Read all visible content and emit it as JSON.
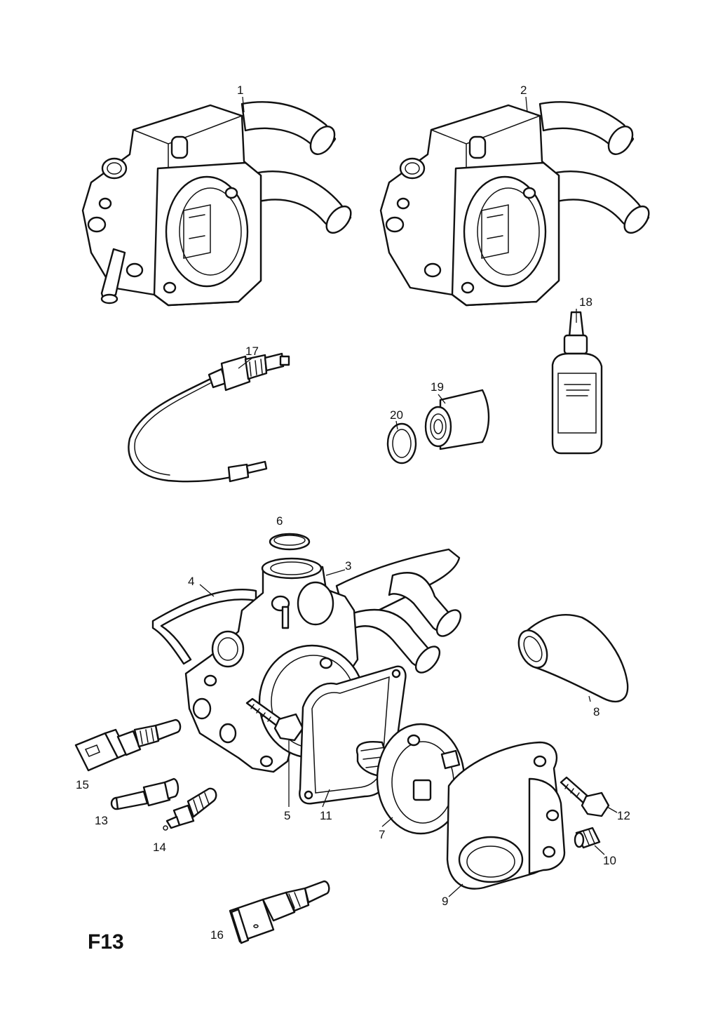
{
  "diagram": {
    "code": "F13",
    "callouts": [
      "1",
      "2",
      "3",
      "4",
      "5",
      "6",
      "7",
      "8",
      "9",
      "10",
      "11",
      "12",
      "13",
      "14",
      "15",
      "16",
      "17",
      "18",
      "19",
      "20"
    ]
  }
}
